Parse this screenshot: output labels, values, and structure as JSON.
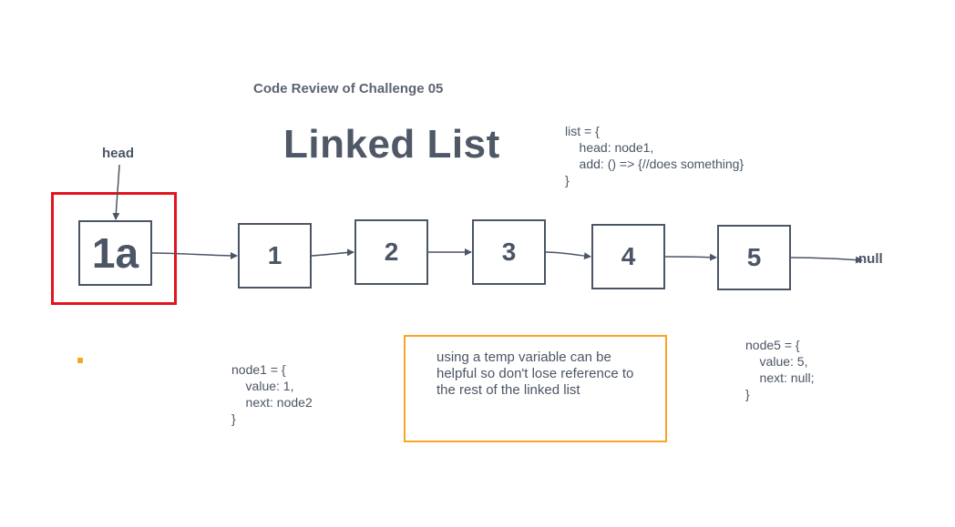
{
  "diagram": {
    "subtitle": "Code Review of Challenge 05",
    "title": "Linked List",
    "head_label": "head",
    "null_label": "null",
    "nodes": [
      {
        "label": "1a"
      },
      {
        "label": "1"
      },
      {
        "label": "2"
      },
      {
        "label": "3"
      },
      {
        "label": "4"
      },
      {
        "label": "5"
      }
    ],
    "list_code": "list = {\n    head: node1,\n    add: () => {//does something}\n}",
    "node1_code": "node1 = {\n    value: 1,\n    next: node2\n}",
    "node5_code": "node5 = {\n    value: 5,\n    next: null;\n}",
    "note": "using a temp variable can be helpful so don't lose reference to the rest of the linked list",
    "colors": {
      "stroke": "#4b5565",
      "highlight": "#e3141d",
      "note_border": "#f5a623"
    }
  }
}
